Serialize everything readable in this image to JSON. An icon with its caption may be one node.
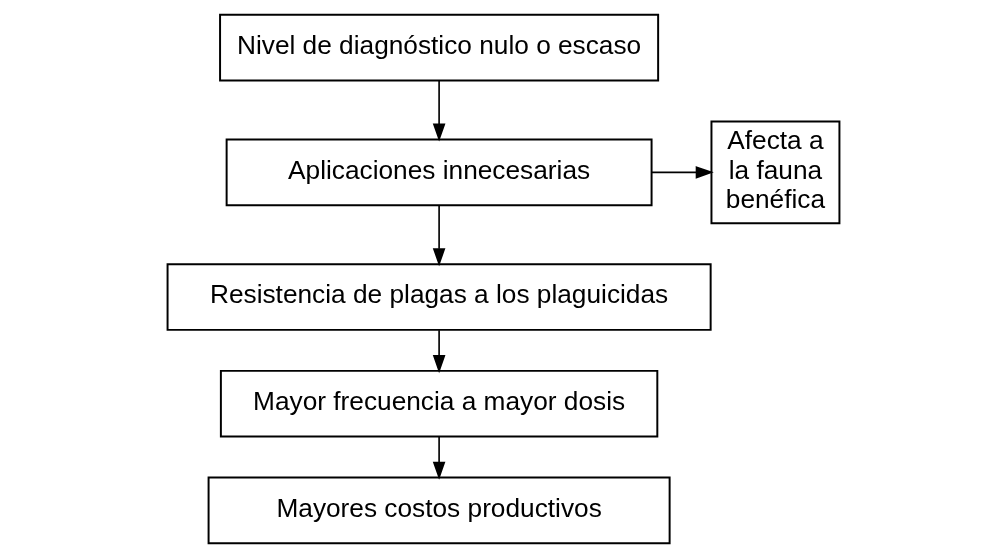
{
  "diagram": {
    "nodes": [
      {
        "text": [
          "Nivel de diagnóstico nulo o escaso"
        ]
      },
      {
        "text": [
          "Aplicaciones innecesarias"
        ]
      },
      {
        "text": [
          "Afecta a la fauna benéfica"
        ]
      },
      {
        "text": [
          "Resistencia de plagas a los plaguicidas"
        ]
      },
      {
        "text": [
          "Mayor frecuencia a mayor dosis"
        ]
      },
      {
        "text": [
          "Mayores costos productivos"
        ]
      }
    ],
    "edges": [
      {
        "from": 0,
        "to": 1,
        "arrow": "to"
      },
      {
        "from": 1,
        "to": 2,
        "arrow": "to"
      },
      {
        "from": 1,
        "to": 3,
        "arrow": "to"
      },
      {
        "from": 3,
        "to": 4,
        "arrow": "to"
      },
      {
        "from": 4,
        "to": 5,
        "arrow": "to"
      }
    ]
  }
}
